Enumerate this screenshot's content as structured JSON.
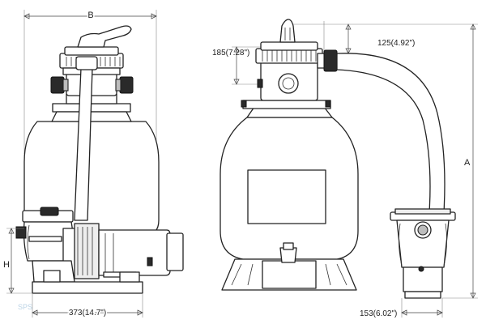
{
  "dimensions": {
    "width_top": "B",
    "height_total": "A",
    "pump_height": "H",
    "base_width": "373(14.7\")",
    "valve_height": "185(7.28\")",
    "port_offset": "125(4.92\")",
    "pump_offset": "153(6.02\")"
  },
  "watermark": "SPS"
}
